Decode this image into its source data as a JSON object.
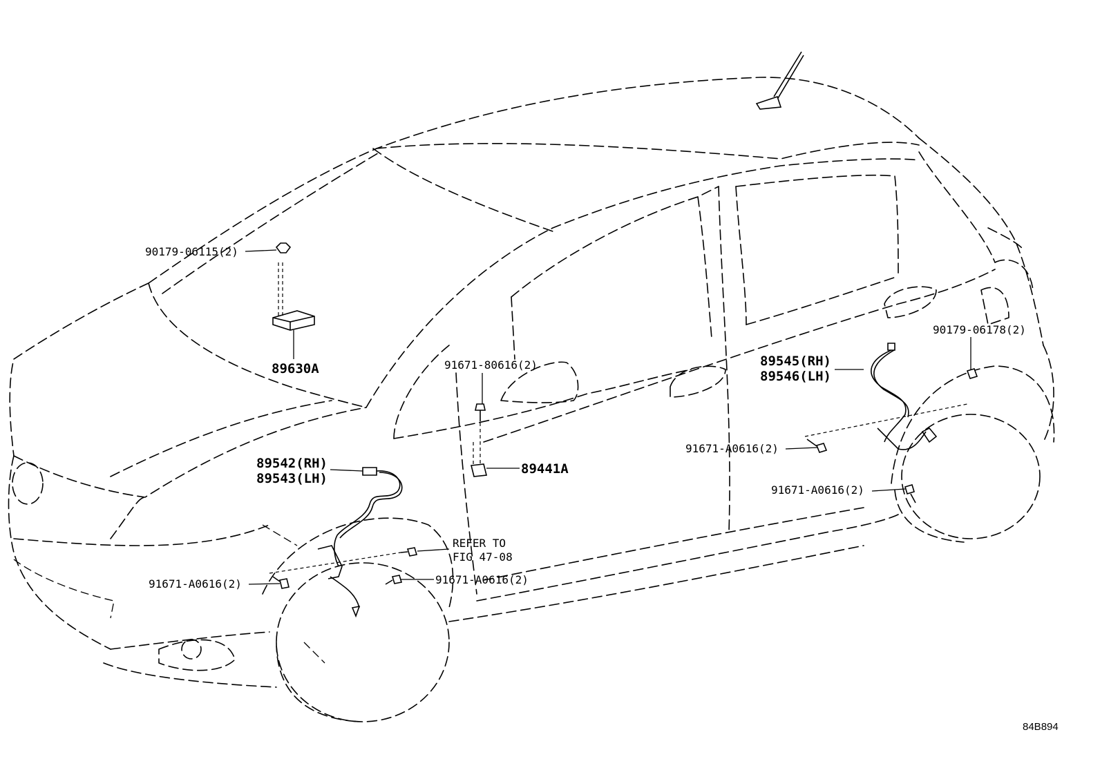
{
  "callouts": {
    "nut_top": "90179-06115(2)",
    "module": "89630A",
    "bolt_mirror": "91671-80616(2)",
    "yaw_sensor": "89441A",
    "front_sensor_rh": "89542(RH)",
    "front_sensor_lh": "89543(LH)",
    "bolt_front_left": "91671-A0616(2)",
    "refer_to": "REFER TO",
    "refer_fig": "FIG 47-08",
    "bolt_front_right": "91671-A0616(2)",
    "rear_sensor_rh": "89545(RH)",
    "rear_sensor_lh": "89546(LH)",
    "bolt_rear_upper": "91671-A0616(2)",
    "bolt_rear_lower": "91671-A0616(2)",
    "nut_rear": "90179-06178(2)"
  },
  "figure_id": "84B894"
}
